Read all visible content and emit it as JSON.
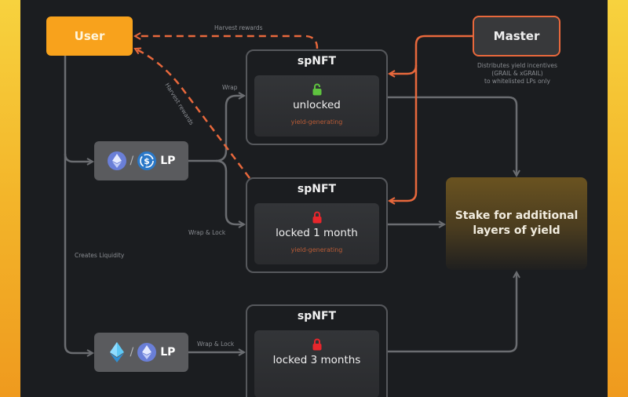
{
  "diagram": {
    "user": {
      "label": "User"
    },
    "master": {
      "label": "Master",
      "note_lines": [
        "Distributes yield incentives",
        "(GRAIL & xGRAIL)",
        "to whitelisted LPs only"
      ]
    },
    "lp_pairs": [
      {
        "token_a": "ETH",
        "token_b": "USDC",
        "label": "LP",
        "separator": "/"
      },
      {
        "token_a": "LPETH",
        "token_b": "ETH",
        "label": "LP",
        "separator": "/"
      }
    ],
    "spnfts": [
      {
        "title": "spNFT",
        "state": "unlocked",
        "lock_icon": "unlocked-padlock-icon",
        "lock_color": "#5fc43f",
        "yield_text": "yield-generating"
      },
      {
        "title": "spNFT",
        "state": "locked 1 month",
        "lock_icon": "locked-padlock-icon",
        "lock_color": "#e8262c",
        "yield_text": "yield-generating"
      },
      {
        "title": "spNFT",
        "state": "locked 3 months",
        "lock_icon": "locked-padlock-icon",
        "lock_color": "#e8262c",
        "yield_text": ""
      }
    ],
    "stake": {
      "label_line1": "Stake for additional",
      "label_line2": "layers of yield"
    },
    "edge_labels": {
      "harvest_top": "Harvest rewards",
      "harvest_diagonal": "Harvest rewards",
      "wrap": "Wrap",
      "wrap_lock_1": "Wrap & Lock",
      "wrap_lock_2": "Wrap & Lock",
      "creates_liquidity": "Creates Liquidity"
    },
    "colors": {
      "user": "#f8a21c",
      "master_border": "#e8683c",
      "reward_dash": "#e8683c",
      "connector": "#6b6d71",
      "background": "#1b1d20",
      "frame_gradient_top": "#f7d23e",
      "frame_gradient_bottom": "#ef9a1e"
    }
  }
}
